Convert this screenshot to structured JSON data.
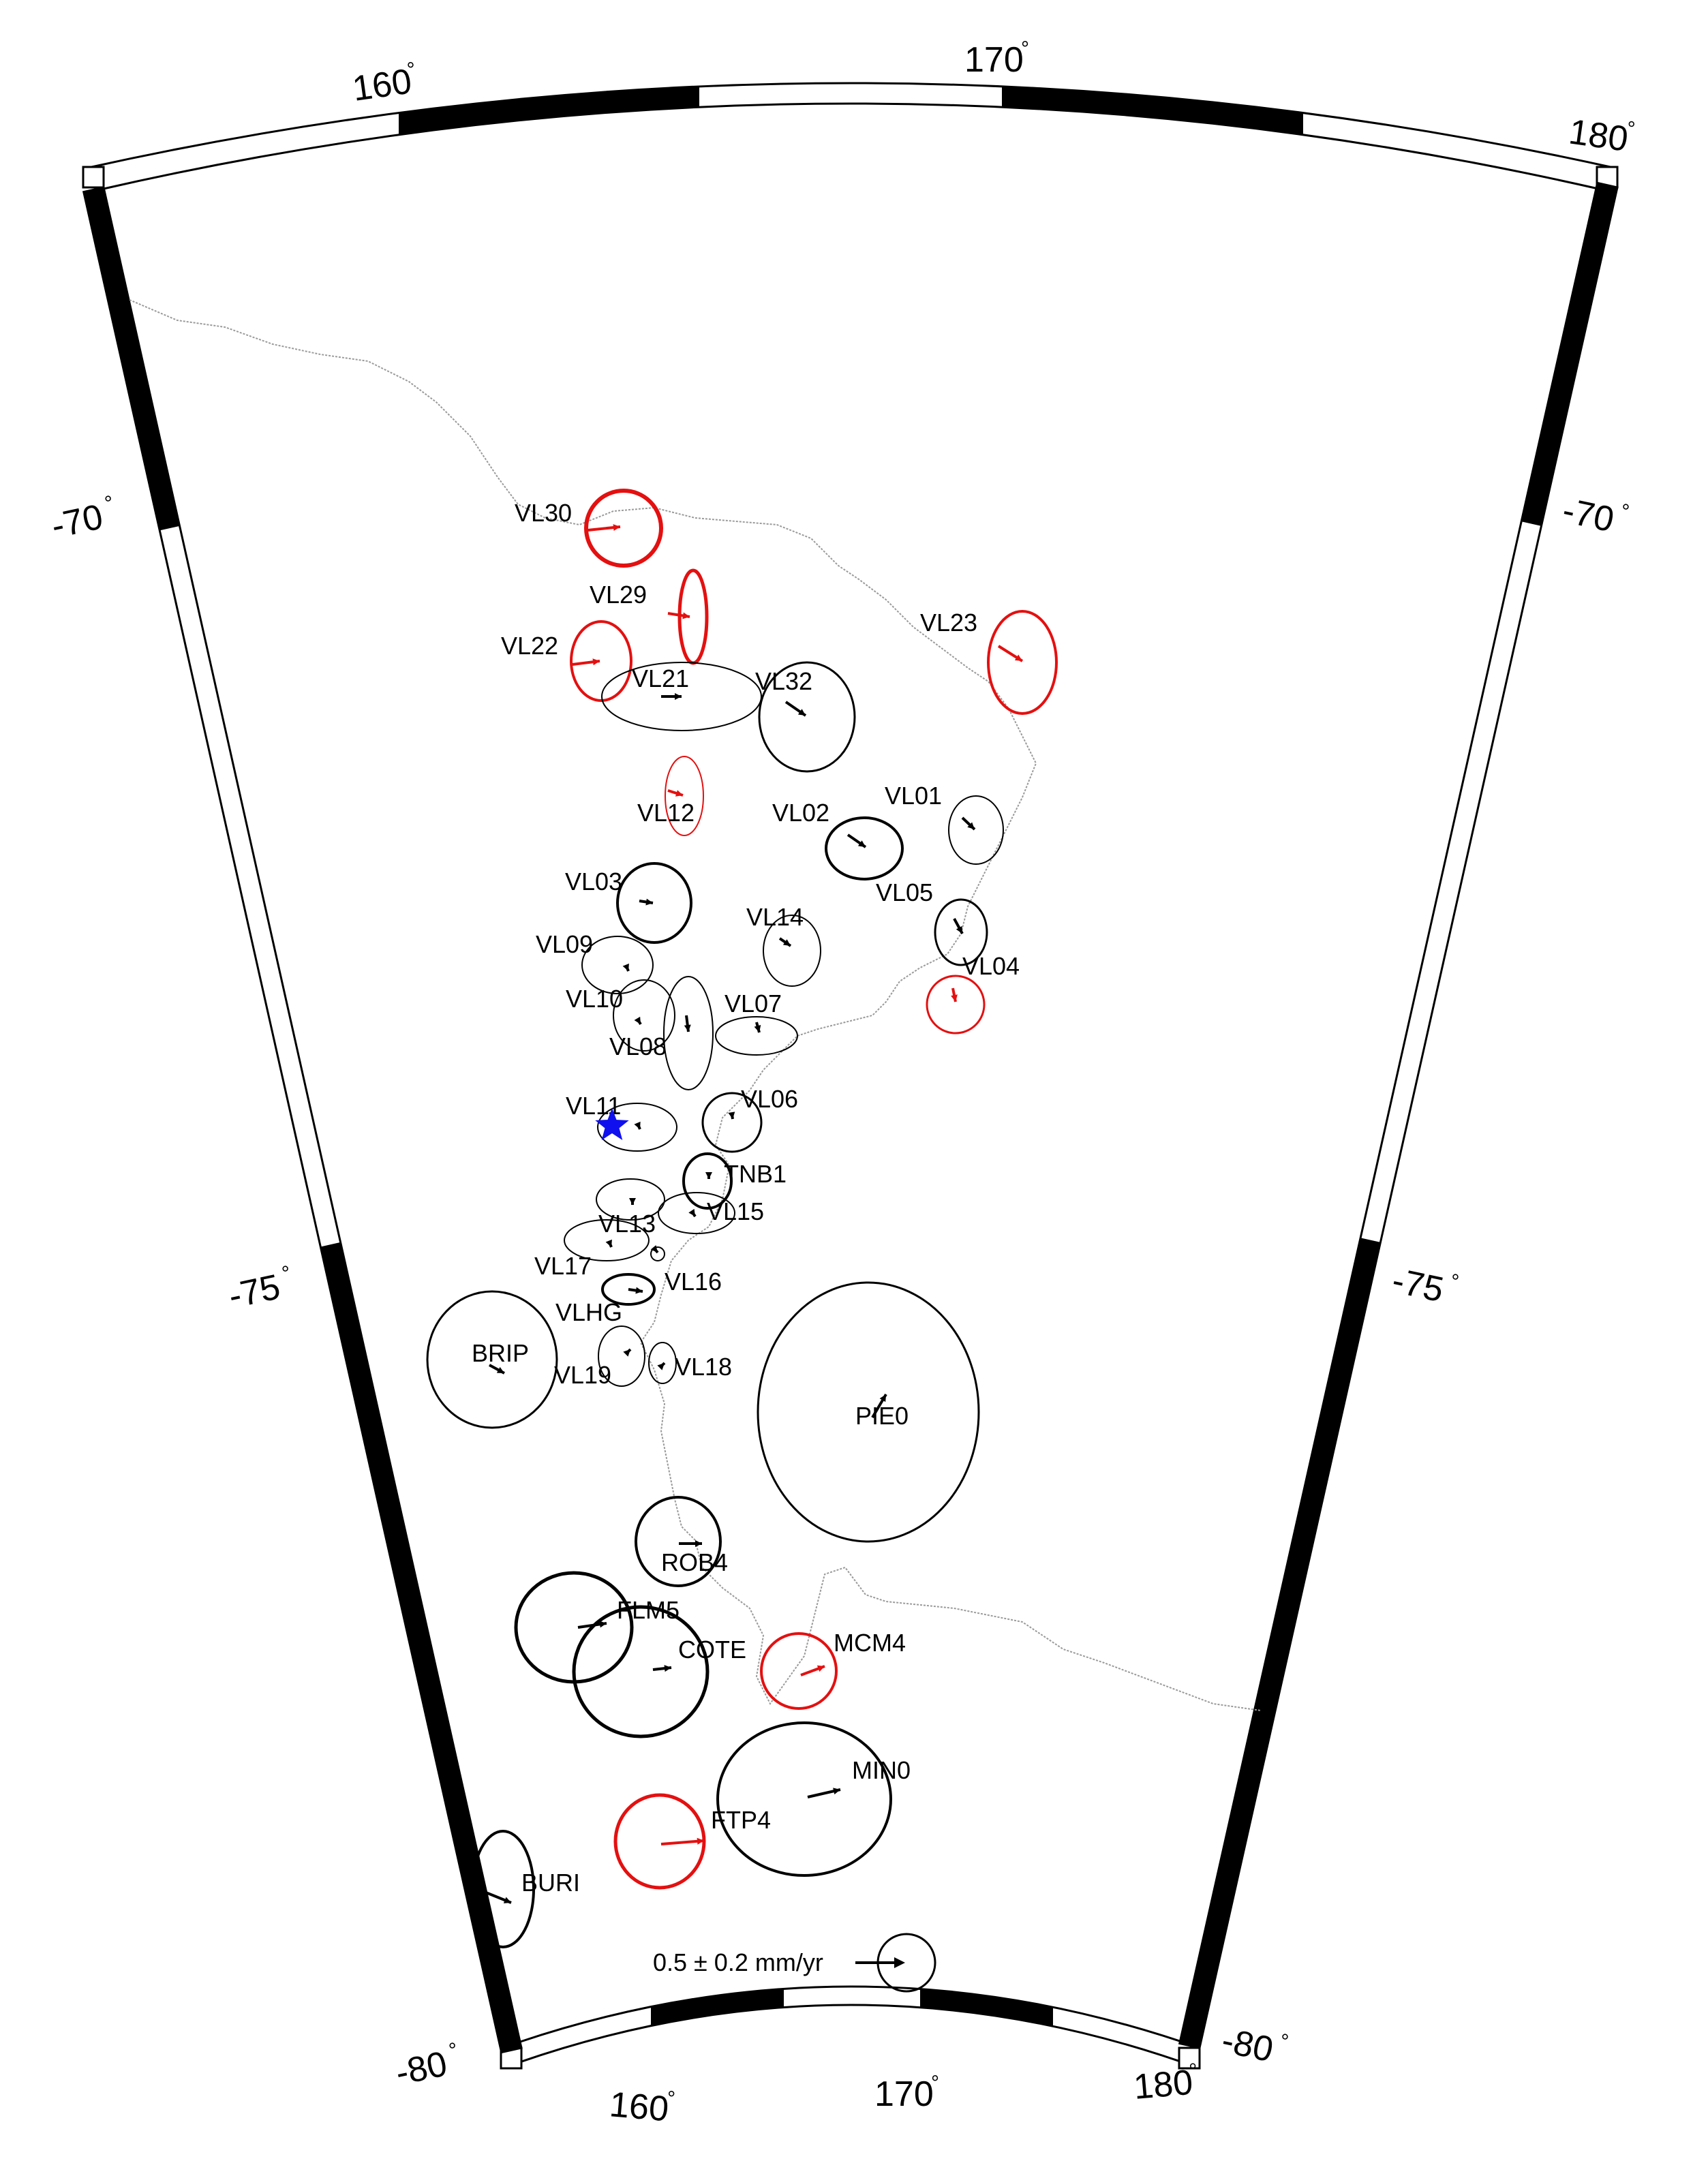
{
  "axis_labels": {
    "top": [
      {
        "text": "160",
        "unit": "°"
      },
      {
        "text": "170",
        "unit": "°"
      },
      {
        "text": "180",
        "unit": "°"
      }
    ],
    "bottom": [
      {
        "text": "160",
        "unit": "°"
      },
      {
        "text": "170",
        "unit": "°"
      },
      {
        "text": "180",
        "unit": "°"
      }
    ],
    "left": [
      {
        "text": "-70",
        "unit": "°"
      },
      {
        "text": "-75",
        "unit": "°"
      },
      {
        "text": "-80",
        "unit": "°"
      }
    ],
    "right": [
      {
        "text": "-70",
        "unit": "°"
      },
      {
        "text": "-75",
        "unit": "°"
      },
      {
        "text": "-80",
        "unit": "°"
      }
    ]
  },
  "colors": {
    "frame": "#000000",
    "coastline": "#9a9a9a",
    "station_black": "#000000",
    "station_red": "#e41010",
    "star": "#1010ee"
  },
  "star_marker": {
    "name": "star",
    "color": "#1010ee"
  },
  "stations": [
    {
      "name": "VL30",
      "color": "red"
    },
    {
      "name": "VL29",
      "color": "red"
    },
    {
      "name": "VL22",
      "color": "red"
    },
    {
      "name": "VL21",
      "color": "black"
    },
    {
      "name": "VL32",
      "color": "black"
    },
    {
      "name": "VL23",
      "color": "red"
    },
    {
      "name": "VL12",
      "color": "red"
    },
    {
      "name": "VL02",
      "color": "black"
    },
    {
      "name": "VL01",
      "color": "black"
    },
    {
      "name": "VL03",
      "color": "black"
    },
    {
      "name": "VL05",
      "color": "black"
    },
    {
      "name": "VL14",
      "color": "black"
    },
    {
      "name": "VL09",
      "color": "black"
    },
    {
      "name": "VL04",
      "color": "red"
    },
    {
      "name": "VL10",
      "color": "black"
    },
    {
      "name": "VL07",
      "color": "black"
    },
    {
      "name": "VL08",
      "color": "black"
    },
    {
      "name": "VL06",
      "color": "black"
    },
    {
      "name": "VL11",
      "color": "black"
    },
    {
      "name": "TNB1",
      "color": "black"
    },
    {
      "name": "VL15",
      "color": "black"
    },
    {
      "name": "VL13",
      "color": "black"
    },
    {
      "name": "VL17",
      "color": "black"
    },
    {
      "name": "VL16",
      "color": "black"
    },
    {
      "name": "VLHG",
      "color": "black"
    },
    {
      "name": "BRIP",
      "color": "black"
    },
    {
      "name": "VL19",
      "color": "black"
    },
    {
      "name": "VL18",
      "color": "black"
    },
    {
      "name": "PIE0",
      "color": "black"
    },
    {
      "name": "ROB4",
      "color": "black"
    },
    {
      "name": "FLM5",
      "color": "black"
    },
    {
      "name": "COTE",
      "color": "black"
    },
    {
      "name": "MCM4",
      "color": "red"
    },
    {
      "name": "MIN0",
      "color": "black"
    },
    {
      "name": "FTP4",
      "color": "red"
    },
    {
      "name": "BURI",
      "color": "black"
    }
  ],
  "legend": {
    "text": "0.5 ± 0.2 mm/yr"
  }
}
